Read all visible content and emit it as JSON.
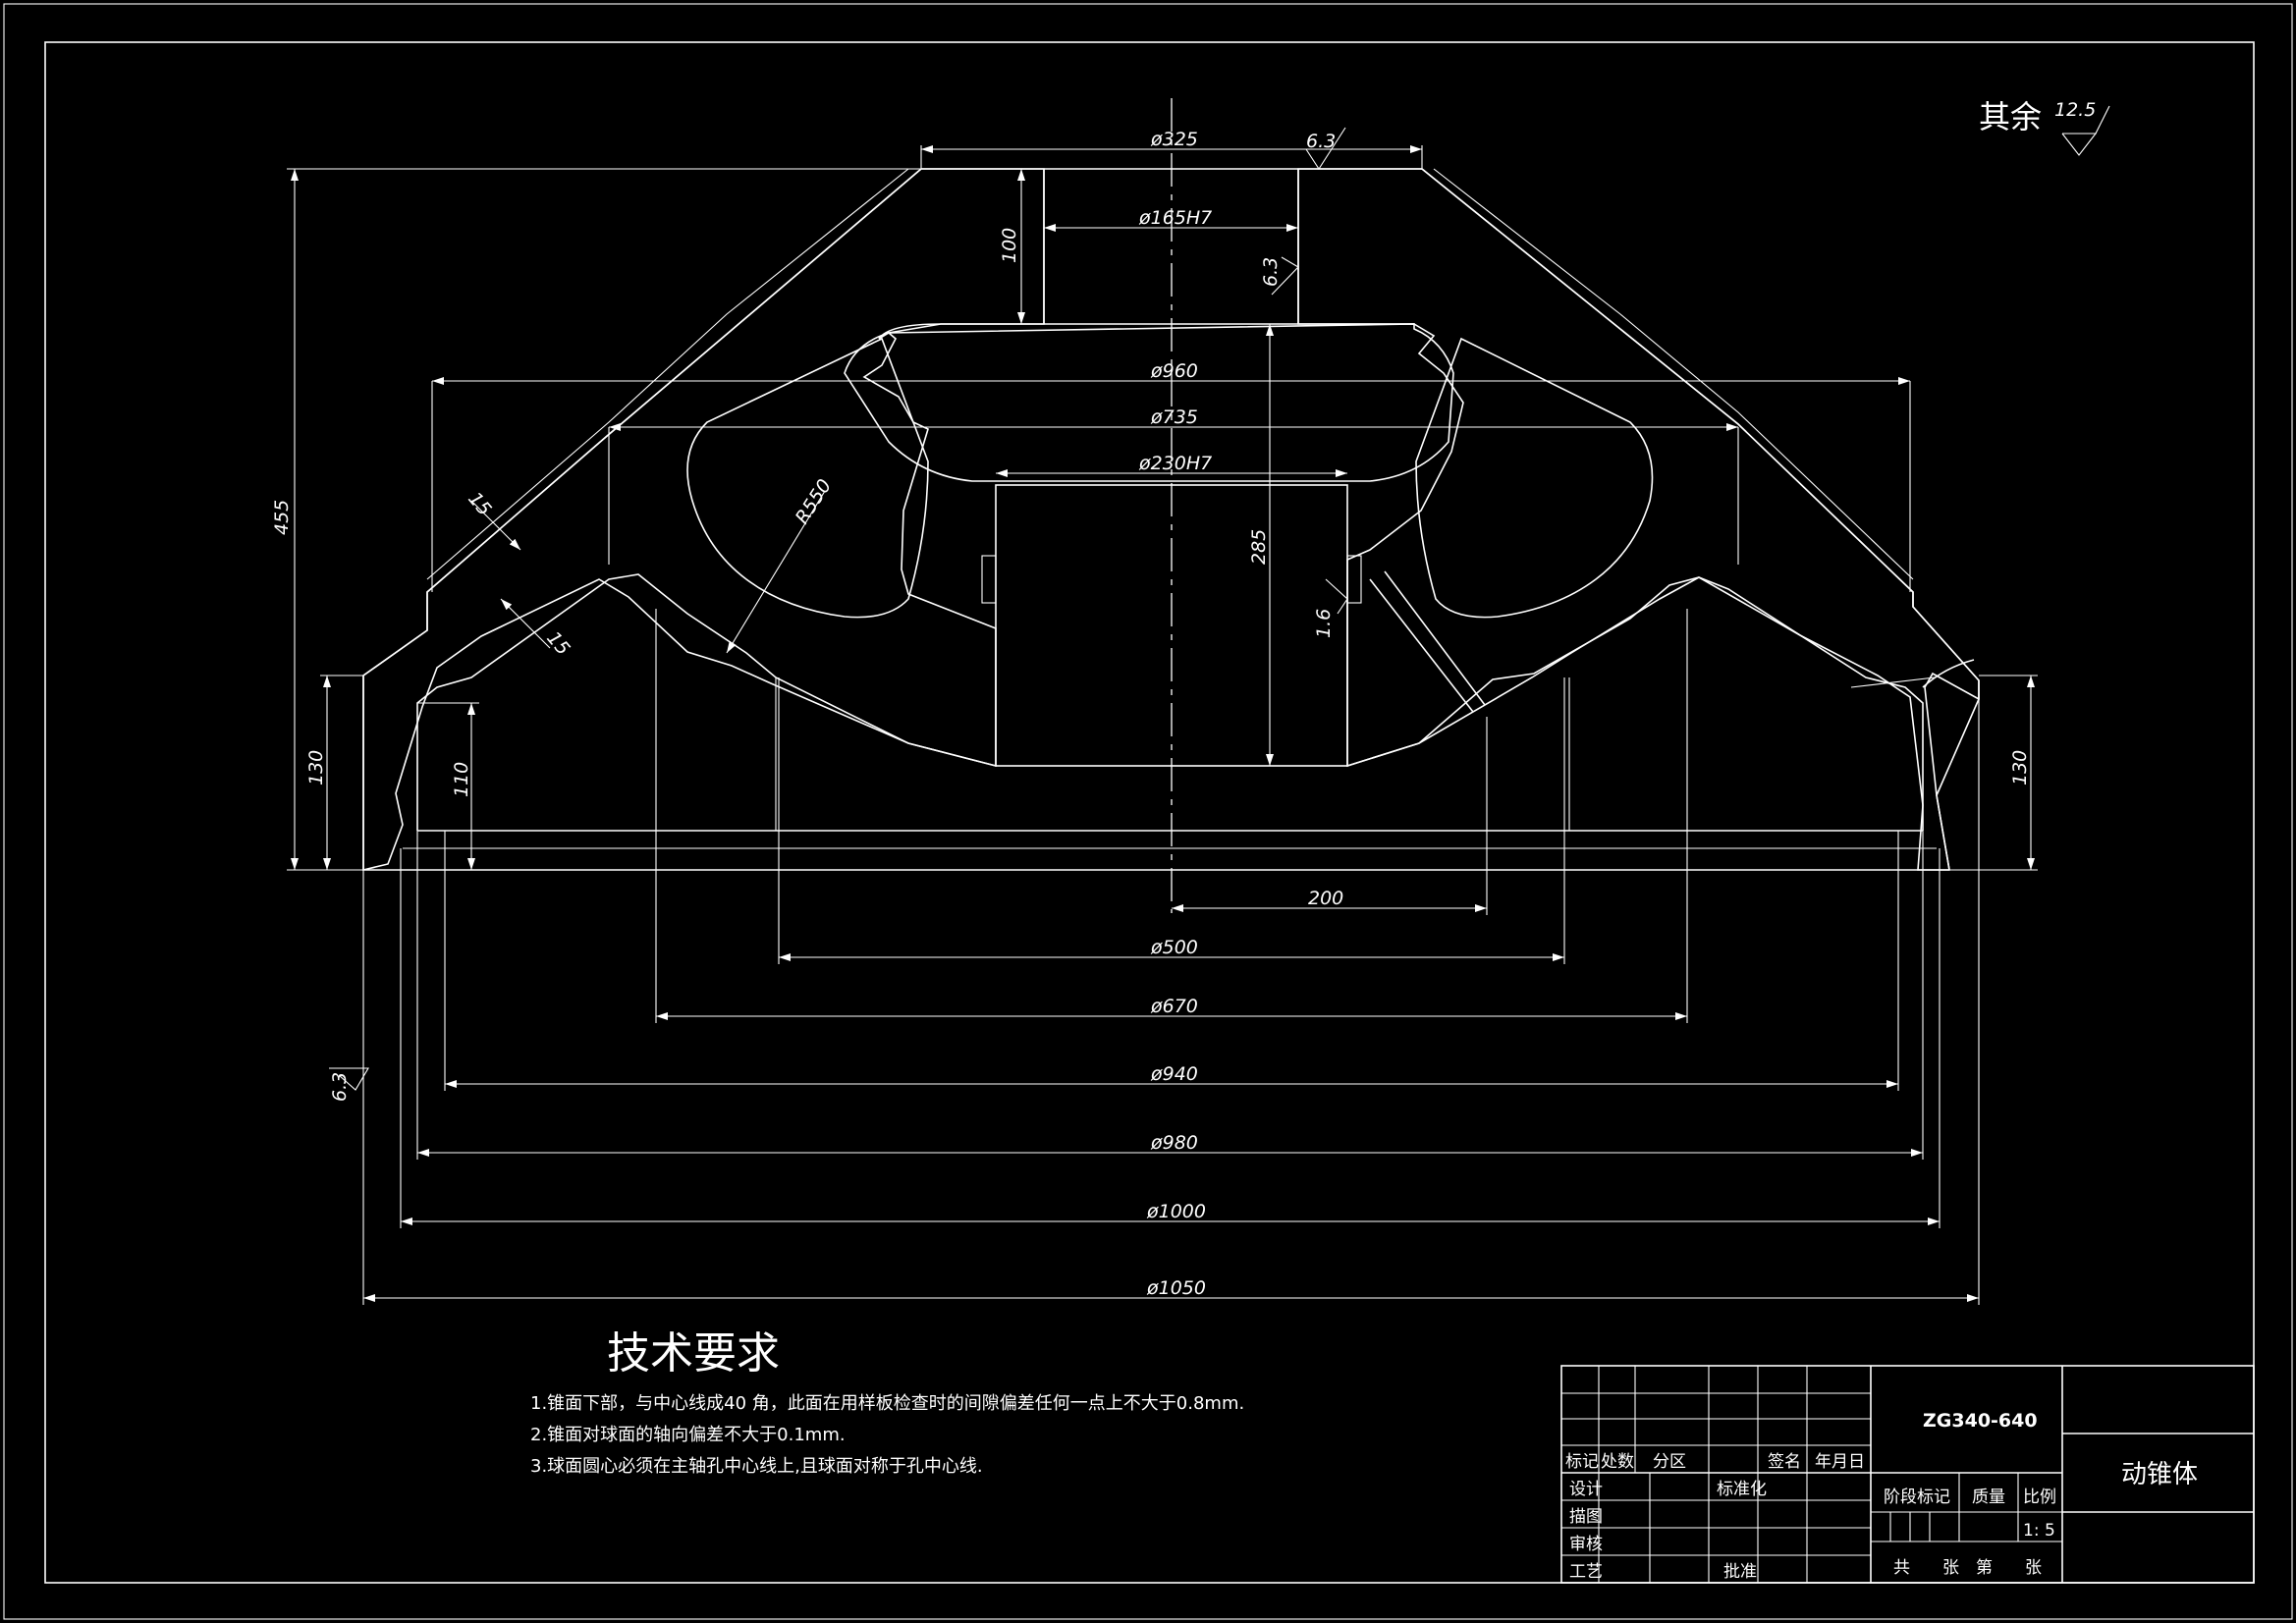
{
  "drawing": {
    "roughness_note": {
      "label": "其余",
      "value": "12.5"
    },
    "dimensions": {
      "d325": "ø325",
      "d165": "ø165H7",
      "d960": "ø960",
      "d735": "ø735",
      "d230": "ø230H7",
      "h455": "455",
      "h100": "100",
      "h285": "285",
      "h130_left": "130",
      "h130_right": "130",
      "h110": "110",
      "r550": "R550",
      "t15a": "15",
      "t15b": "15",
      "w200": "200",
      "d500": "ø500",
      "d670": "ø670",
      "d940": "ø940",
      "d980": "ø980",
      "d1000": "ø1000",
      "d1050": "ø1050"
    },
    "roughness_marks": {
      "top": "6.3",
      "bore": "6.3",
      "inner": "1.6",
      "left": "6.3"
    }
  },
  "tech_requirements": {
    "title": "技术要求",
    "items": [
      "1.锥面下部，与中心线成40 角，此面在用样板检查时的间隙偏差任何一点上不大于0.8mm.",
      "2.锥面对球面的轴向偏差不大于0.1mm.",
      "3.球面圆心必须在主轴孔中心线上,且球面对称于孔中心线."
    ]
  },
  "title_block": {
    "material": "ZG340-640",
    "part_name": "动锥体",
    "headers": [
      "标记",
      "处数",
      "分区",
      "签名",
      "年月日"
    ],
    "rows": [
      "设计",
      "描图",
      "审核",
      "工艺"
    ],
    "standardization": "标准化",
    "approve": "批准",
    "stage_mark": "阶段标记",
    "mass": "质量",
    "scale_label": "比例",
    "scale_value": "1: 5",
    "sheet_info": [
      "共",
      "张",
      "第",
      "张"
    ]
  }
}
